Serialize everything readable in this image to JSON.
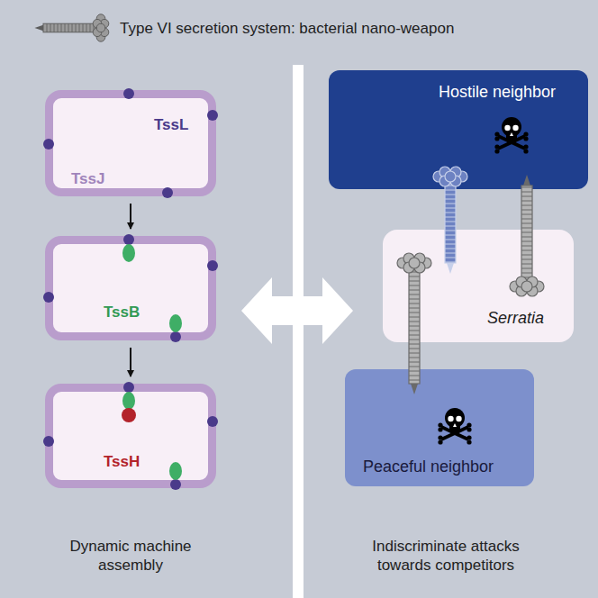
{
  "diagram": {
    "title": "Type VI secretion system: bacterial nano-weapon",
    "nodes": [
      {
        "text": [
          "TssL",
          "TssJ"
        ]
      },
      {
        "text": [
          "TssB"
        ]
      },
      {
        "text": [
          "TssH"
        ]
      },
      {
        "text": [
          "Hostile neighbor"
        ]
      },
      {
        "text": [
          "Serratia"
        ]
      },
      {
        "text": [
          "Peaceful neighbor"
        ]
      }
    ],
    "edges": [
      {
        "from": 0,
        "to": 1,
        "arrow": "to"
      },
      {
        "from": 1,
        "to": 2,
        "arrow": "to"
      }
    ],
    "labels": [
      "Dynamic machine assembly",
      "Indiscriminate attacks towards competitors"
    ]
  }
}
